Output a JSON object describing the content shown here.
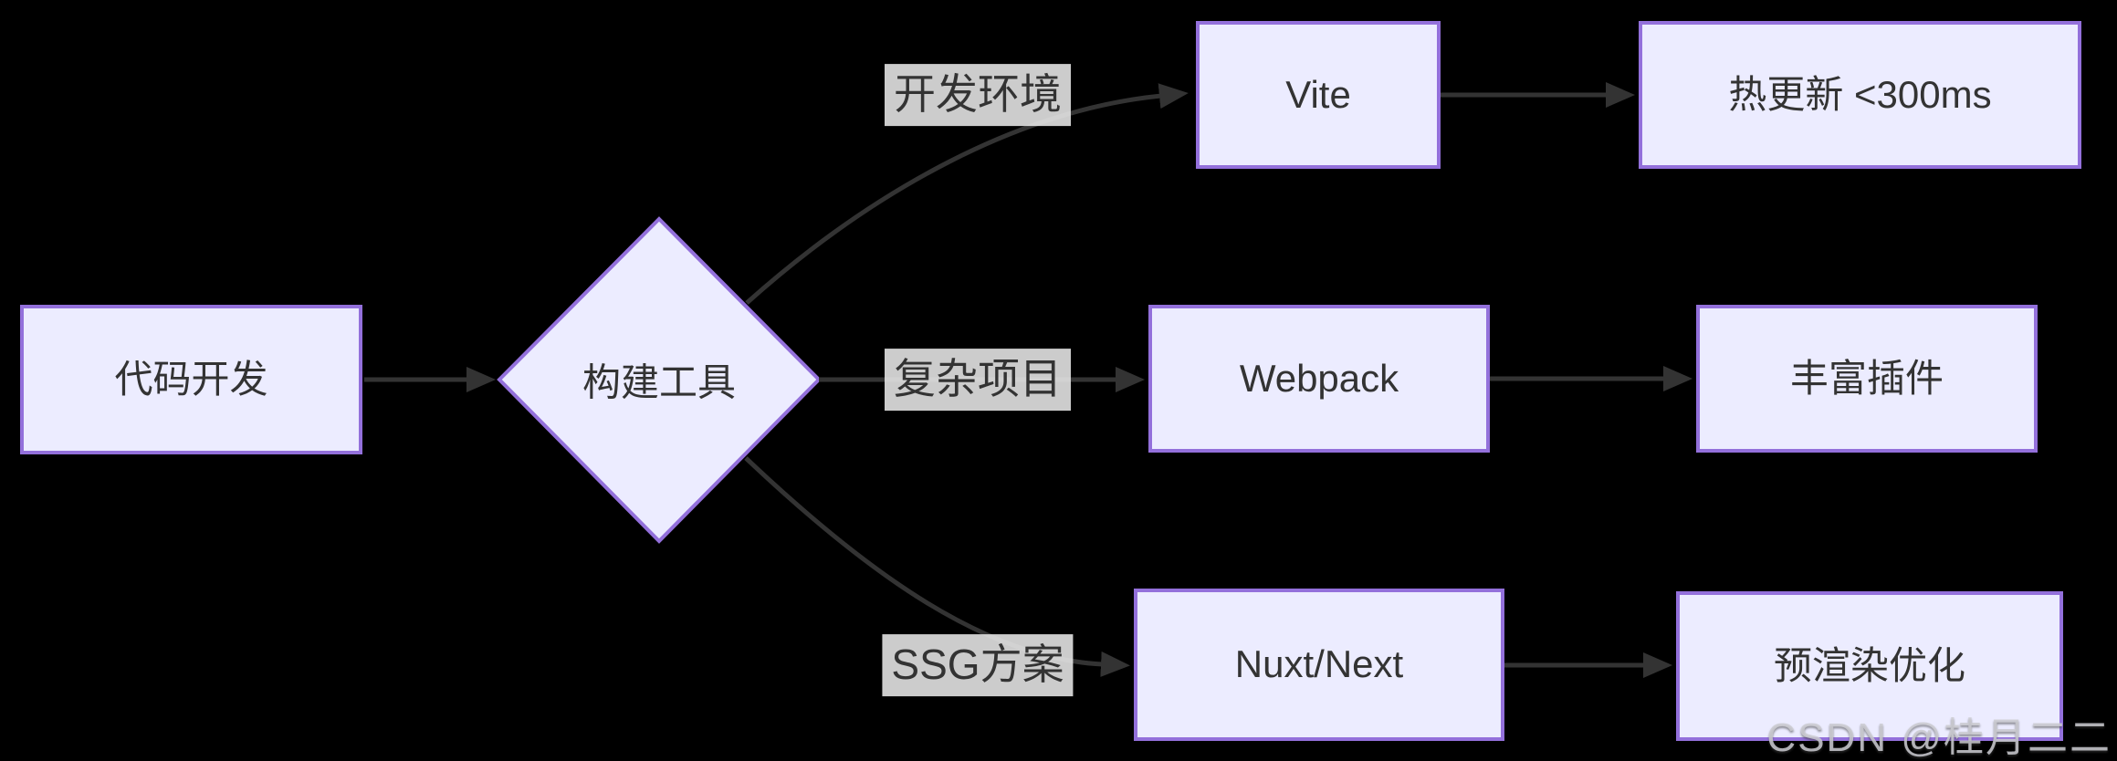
{
  "diagram": {
    "title": "build-tools-decision-flowchart",
    "colors": {
      "background": "#000000",
      "node_fill": "#ECECFF",
      "node_border": "#9370DB",
      "edge": "#333333",
      "edge_label_bg": "#E8E8E8",
      "text": "#333333",
      "watermark": "#CDCDD2"
    },
    "nodes": {
      "start": "代码开发",
      "decision": "构建工具",
      "vite": "Vite",
      "webpack": "Webpack",
      "nuxt": "Nuxt/Next",
      "vite_result": "热更新 <300ms",
      "webpack_result": "丰富插件",
      "nuxt_result": "预渲染优化"
    },
    "edge_labels": {
      "dev_env": "开发环境",
      "complex_project": "复杂项目",
      "ssg": "SSG方案"
    },
    "edges": [
      {
        "from": "代码开发",
        "to": "构建工具",
        "label": ""
      },
      {
        "from": "构建工具",
        "to": "Vite",
        "label": "开发环境"
      },
      {
        "from": "构建工具",
        "to": "Webpack",
        "label": "复杂项目"
      },
      {
        "from": "构建工具",
        "to": "Nuxt/Next",
        "label": "SSG方案"
      },
      {
        "from": "Vite",
        "to": "热更新 <300ms",
        "label": ""
      },
      {
        "from": "Webpack",
        "to": "丰富插件",
        "label": ""
      },
      {
        "from": "Nuxt/Next",
        "to": "预渲染优化",
        "label": ""
      }
    ]
  },
  "watermark": "CSDN @桂月二二"
}
